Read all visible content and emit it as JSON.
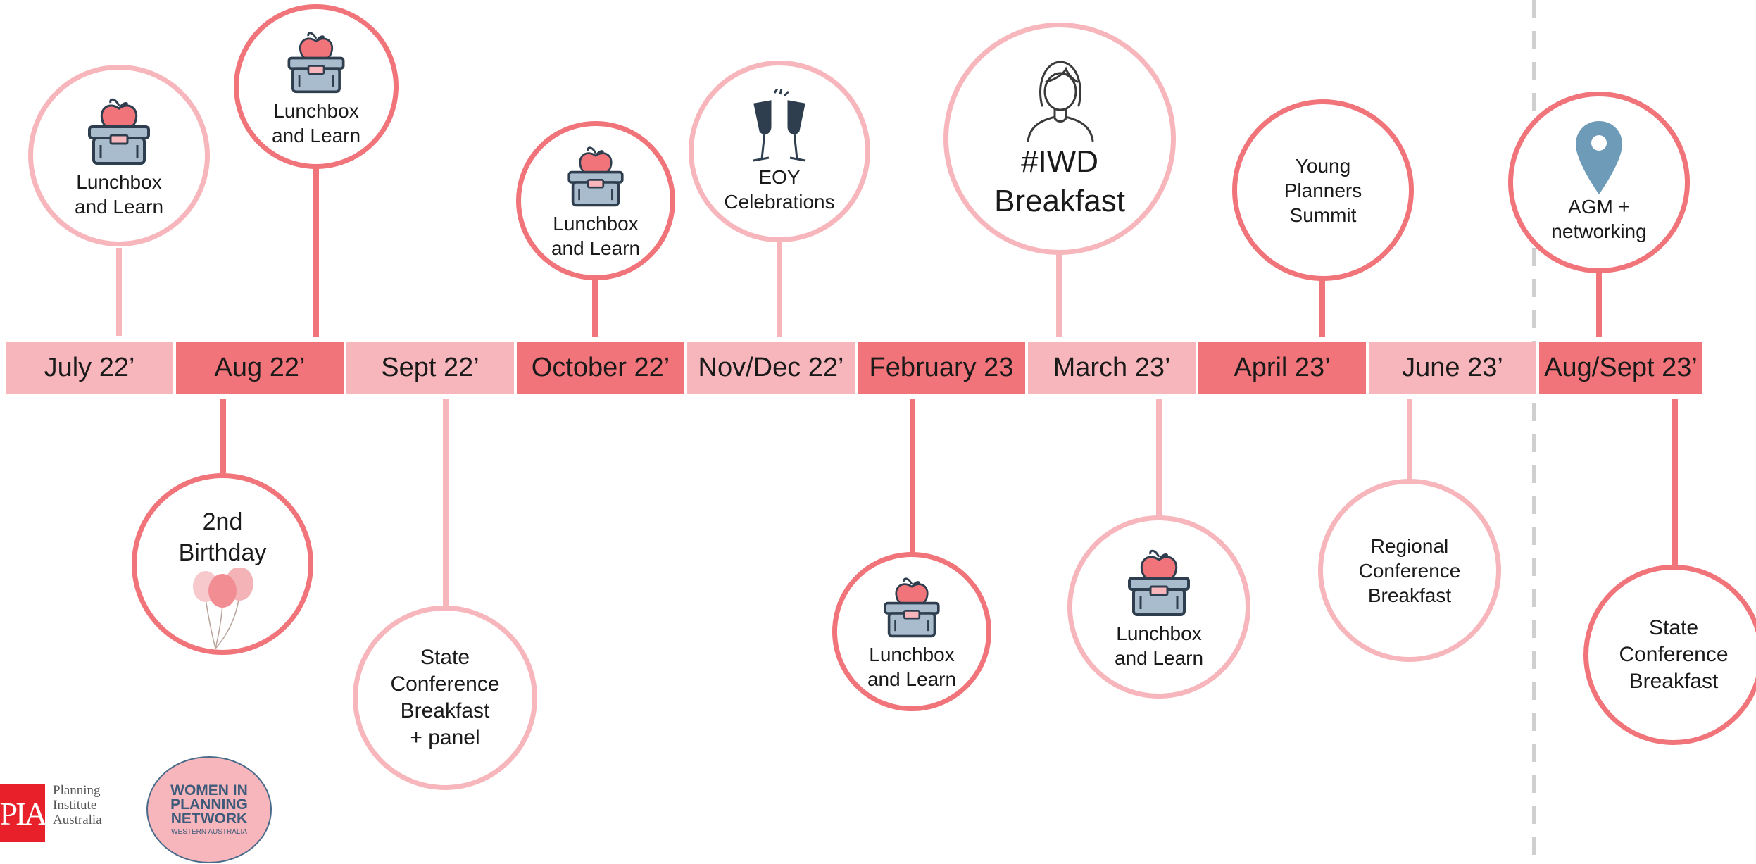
{
  "months": [
    {
      "label": "July 22’",
      "tone": "light"
    },
    {
      "label": "Aug 22’",
      "tone": "dark"
    },
    {
      "label": "Sept 22’",
      "tone": "light"
    },
    {
      "label": "October 22’",
      "tone": "dark"
    },
    {
      "label": "Nov/Dec 22’",
      "tone": "light"
    },
    {
      "label": "February 23",
      "tone": "dark"
    },
    {
      "label": "March 23’",
      "tone": "light"
    },
    {
      "label": "April 23’",
      "tone": "dark"
    },
    {
      "label": "June 23’",
      "tone": "light"
    },
    {
      "label": "Aug/Sept 23’",
      "tone": "dark"
    }
  ],
  "events": {
    "jul_lunch": "Lunchbox\nand Learn",
    "aug_lunch": "Lunchbox\nand Learn",
    "aug_birthday": "2nd\nBirthday",
    "sept_state": "State\nConference\nBreakfast\n+ panel",
    "oct_lunch": "Lunchbox\nand Learn",
    "nov_eoy": "EOY\nCelebrations",
    "feb_lunch": "Lunchbox\nand Learn",
    "mar_iwd": "#IWD\nBreakfast",
    "mar_lunch": "Lunchbox\nand Learn",
    "apr_young": "Young\nPlanners\nSummit",
    "jun_regional": "Regional\nConference\nBreakfast",
    "augsep_agm": "AGM +\nnetworking",
    "augsep_state": "State\nConference\nBreakfast"
  },
  "logos": {
    "pia_mark": "PIA",
    "pia_name": "Planning\nInstitute\nAustralia",
    "wipn_name": "WOMEN IN\nPLANNING\nNETWORK",
    "wipn_sub": "WESTERN AUSTRALIA"
  },
  "colors": {
    "light": "#f7b6bb",
    "dark": "#f07479",
    "icon_blue": "#a9bccd",
    "icon_navy": "#2f3e4e",
    "pin": "#6e9bb8"
  },
  "icons": [
    "lunchbox-apple-icon",
    "balloons-icon",
    "champagne-glasses-icon",
    "woman-avatar-icon",
    "location-pin-icon"
  ]
}
